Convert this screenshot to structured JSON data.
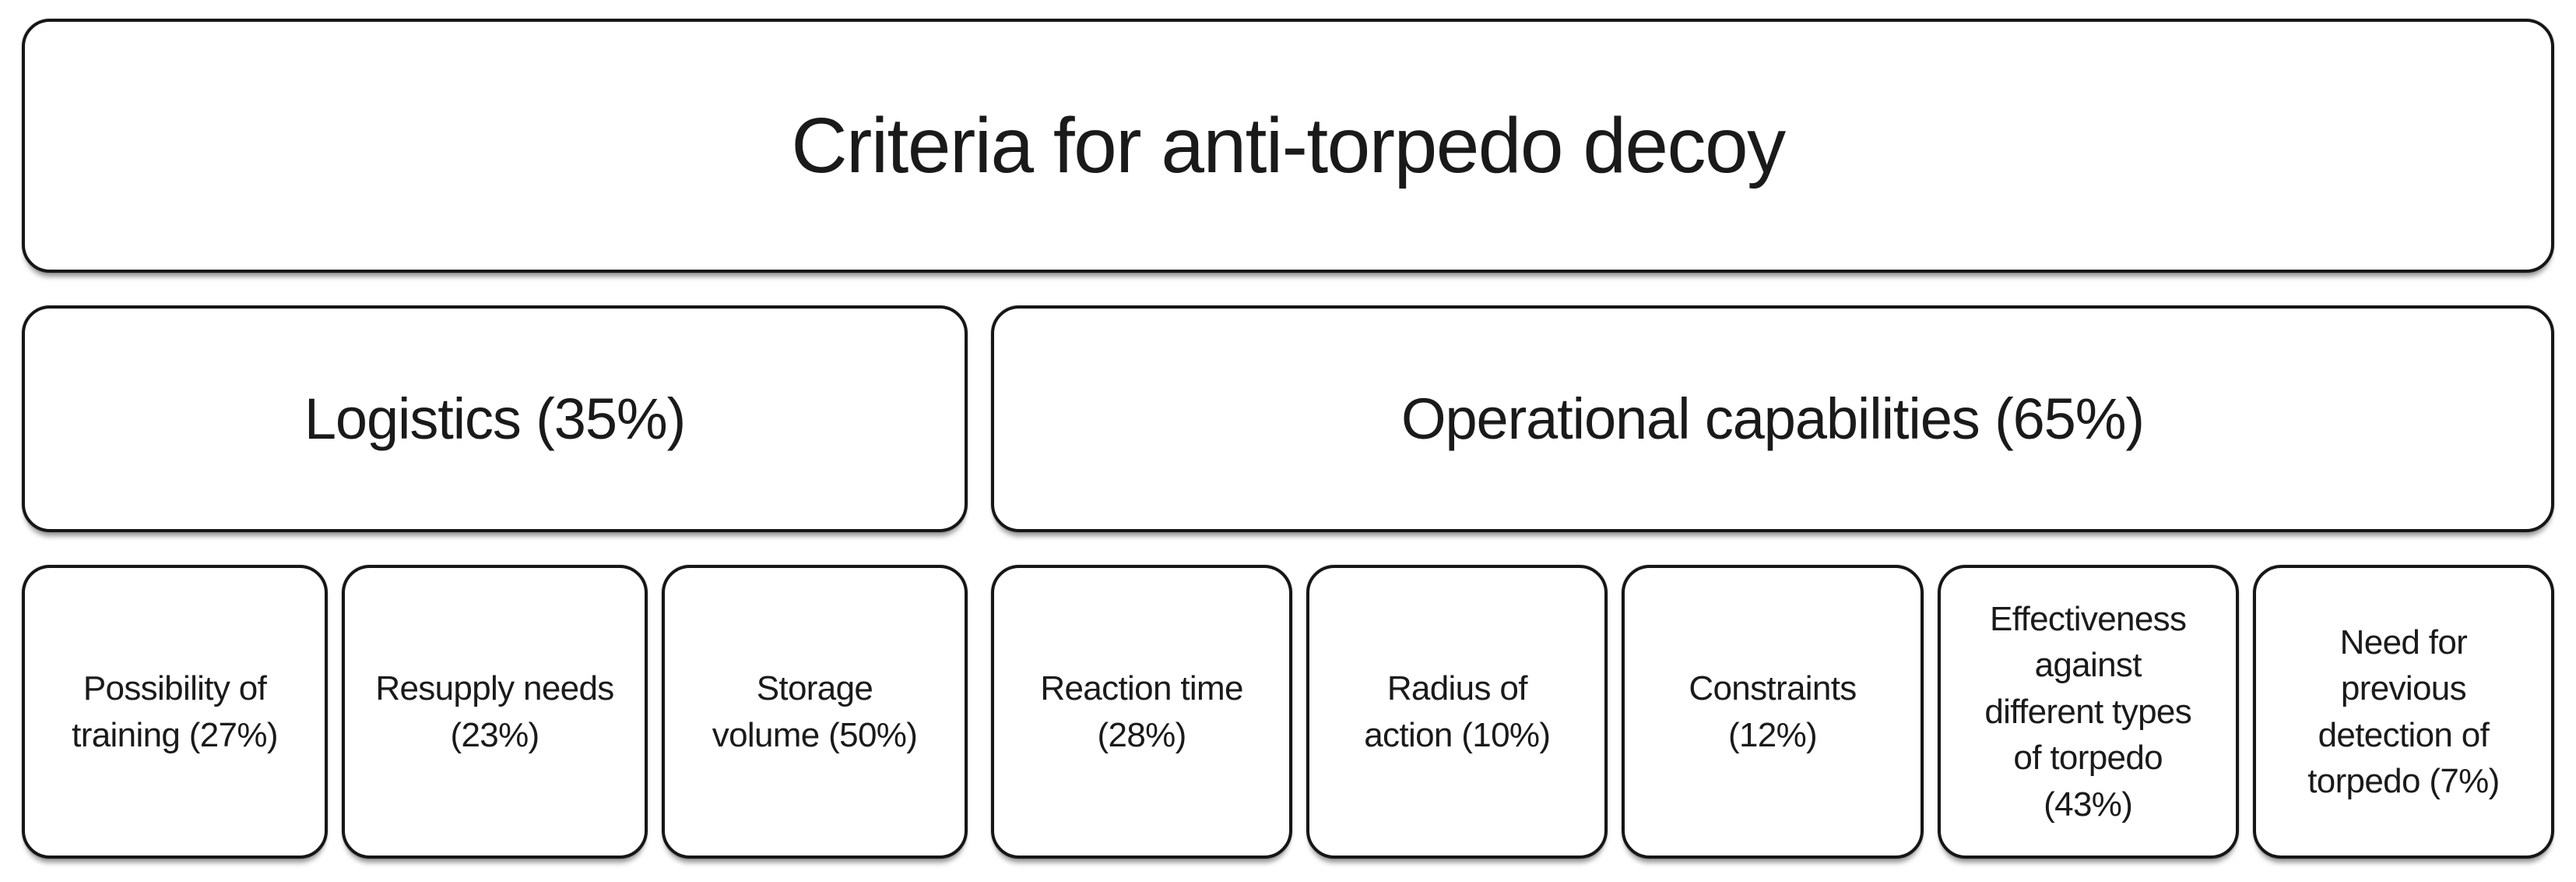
{
  "figure": {
    "colors": {
      "border": "#161616",
      "background": "#ffffff",
      "text": "#1a1a1a"
    },
    "title_box": {
      "label": "Criteria for anti-torpedo decoy"
    },
    "categories": [
      {
        "key": "logistics",
        "label": "Logistics (35%)",
        "weight_pct": 35
      },
      {
        "key": "operational",
        "label": "Operational capabilities (65%)",
        "weight_pct": 65
      }
    ],
    "criteria": {
      "logistics": [
        {
          "label": "Possibility of\ntraining (27%)",
          "weight_pct": 27
        },
        {
          "label": "Resupply needs\n(23%)",
          "weight_pct": 23
        },
        {
          "label": "Storage\nvolume (50%)",
          "weight_pct": 50
        }
      ],
      "operational": [
        {
          "label": "Reaction time\n(28%)",
          "weight_pct": 28
        },
        {
          "label": "Radius of\naction (10%)",
          "weight_pct": 10
        },
        {
          "label": "Constraints\n(12%)",
          "weight_pct": 12
        },
        {
          "label": "Effectiveness\nagainst\ndifferent types\nof torpedo\n(43%)",
          "weight_pct": 43
        },
        {
          "label": "Need for\nprevious\ndetection of\ntorpedo (7%)",
          "weight_pct": 7
        }
      ]
    }
  }
}
